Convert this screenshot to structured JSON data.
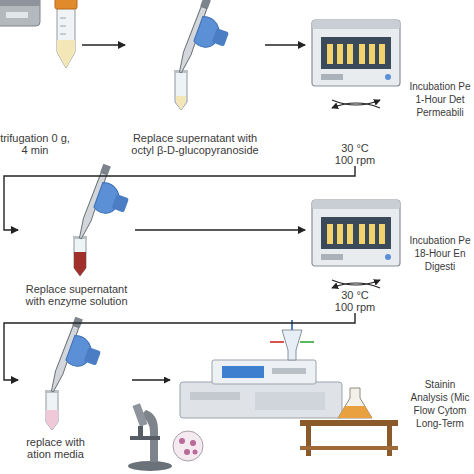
{
  "diagram": {
    "nodes": [
      {
        "text": [
          "trifugation 0 g, 4 min"
        ]
      },
      {
        "text": [
          "Replace supernatant with octyl β-D-glucopyranoside"
        ]
      },
      {
        "text": [
          "30 °C 100 rpm"
        ]
      },
      {
        "text": [
          "Replace supernatant with enzyme solution"
        ]
      },
      {
        "text": [
          "30 °C 100 rpm"
        ]
      },
      {
        "text": [
          "replace with ation media"
        ]
      }
    ],
    "edges": [
      {
        "from": 0,
        "to": 1,
        "arrow": "to"
      },
      {
        "from": 1,
        "to": 2,
        "arrow": "to"
      },
      {
        "from": 2,
        "to": 3,
        "arrow": "to"
      },
      {
        "from": 3,
        "to": 4,
        "arrow": "to"
      },
      {
        "from": 4,
        "to": 5,
        "arrow": "to"
      }
    ],
    "labels": [
      "Incubation Pe 1-Hour Det Permeabili",
      "Incubation Pe 18-Hour En Digesti",
      "Stainin Analysis (Mic Flow Cytom Long-Term"
    ]
  }
}
